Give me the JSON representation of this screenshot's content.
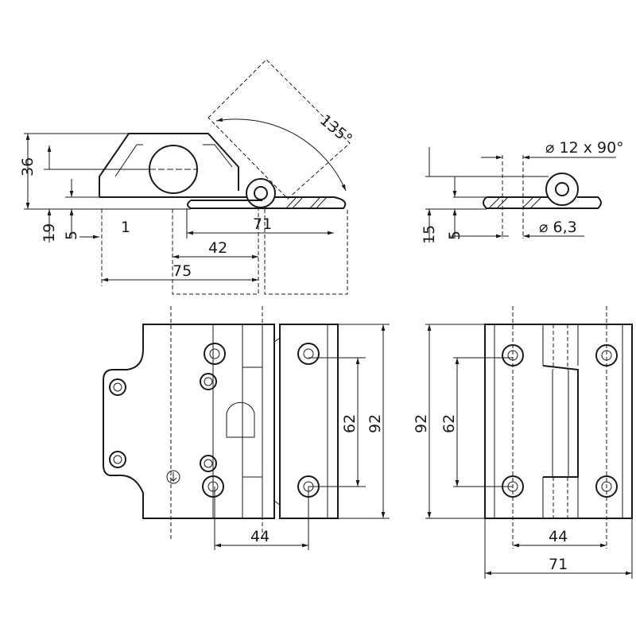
{
  "side_view": {
    "angle": "135°",
    "dims": {
      "h36": "36",
      "h19": "19",
      "h5": "5",
      "w1": "1",
      "w71": "71",
      "w42": "42",
      "w75": "75"
    }
  },
  "end_view": {
    "countersink": "⌀ 12 x 90°",
    "hole": "⌀ 6,3",
    "dims": {
      "h15": "15",
      "h5": "5"
    }
  },
  "front_view_left": {
    "dims": {
      "h62": "62",
      "h92": "92",
      "w44": "44"
    }
  },
  "front_view_right": {
    "dims": {
      "h92": "92",
      "h62": "62",
      "w44": "44",
      "w71": "71"
    }
  }
}
